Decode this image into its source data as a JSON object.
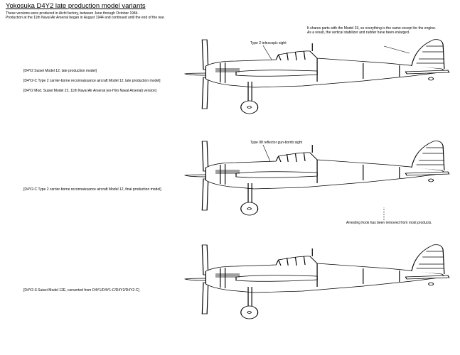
{
  "title": "Yokosuka D4Y2 late production model variants",
  "intro": [
    "These versions were produced in Aichi factory, between June through October 1944.",
    "Production at the 11th Naval Air Arsenal began in August 1944 and continued until the end of the war."
  ],
  "notes": {
    "engine_parts": [
      "It shares parts with the Model 33, so everything is the same except for the engine.",
      "As a result, the vertical stabilizer and rudder have been enlarged."
    ],
    "telescopic_sight": "Type 2 telescopic sight",
    "reflector_sight": "Type 98 reflector gun-bomb sight",
    "arresting_hook": "Arresting hook has been removed from most products."
  },
  "variants": {
    "top": [
      "[D4Y2 Suisei Model 12, late production model]",
      "[D4Y2-C Type 2 carrier-borne reconnaissance aircraft Model 12, late production model]",
      "[D4Y2 Mod. Suisei Model 22, 11th Naval Air Arsenal (ex-Hiro Naval Arsenal) version]"
    ],
    "middle": [
      "[D4Y2-C Type 2 carrier-borne reconnaissance aircraft Model 12, final production model]"
    ],
    "bottom": [
      "[D4Y2-S Suisei Model 12E, converted from D4Y1/D4Y1-C/D4Y2/D4Y2-C]"
    ]
  }
}
